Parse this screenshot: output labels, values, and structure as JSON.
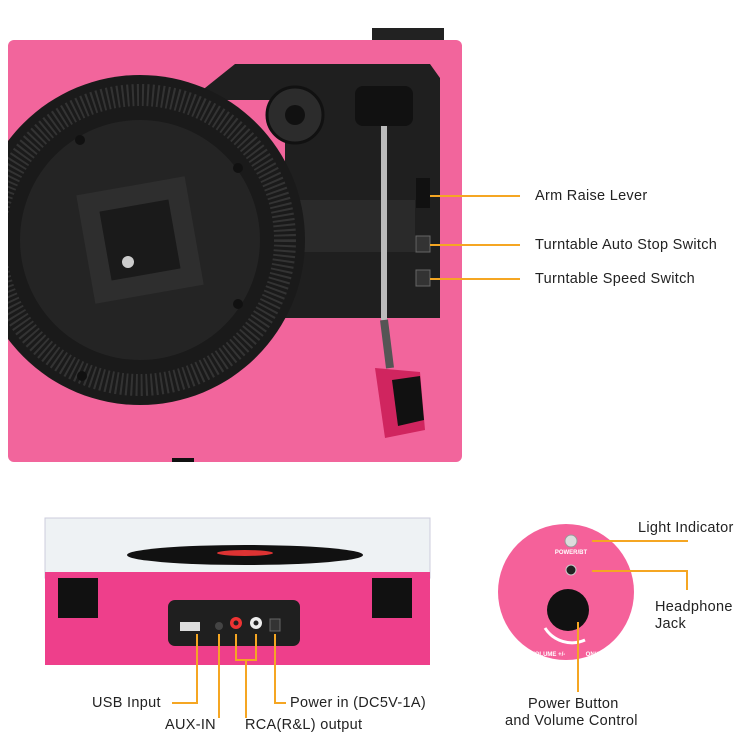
{
  "colors": {
    "case_pink": "#f2659c",
    "body_pink": "#ee3f8b",
    "callout": "#f5a623",
    "plate": "#1f1f1f"
  },
  "top_view": {
    "callouts": [
      {
        "label": "Arm Raise Lever"
      },
      {
        "label": "Turntable Auto Stop Switch"
      },
      {
        "label": "Turntable Speed Switch"
      }
    ]
  },
  "rear_view": {
    "callouts": [
      {
        "label": "USB Input"
      },
      {
        "label": "AUX-IN"
      },
      {
        "label": "RCA(R&L) output"
      },
      {
        "label": "Power in (DC5V-1A)"
      }
    ]
  },
  "control_panel": {
    "printed": {
      "power_bt": "POWER/BT",
      "volume": "VOLUME +/-",
      "on_off": "ON/OFF"
    },
    "callouts": {
      "light": "Light Indicator",
      "headphone_1": "Headphone",
      "headphone_2": "Jack",
      "power_1": "Power Button",
      "power_2": "and Volume Control"
    }
  }
}
